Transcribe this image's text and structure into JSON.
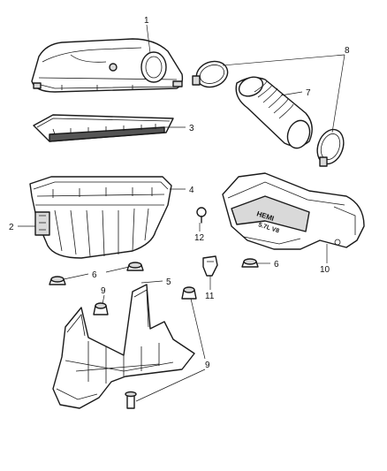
{
  "callouts": {
    "c1": "1",
    "c2": "2",
    "c3": "3",
    "c4": "4",
    "c5": "5",
    "c6a": "6",
    "c6b": "6",
    "c7": "7",
    "c8": "8",
    "c9a": "9",
    "c9b": "9",
    "c10": "10",
    "c11": "11",
    "c12": "12"
  },
  "cover_text": {
    "line1": "HEMI",
    "line2": "5.7L V8"
  }
}
